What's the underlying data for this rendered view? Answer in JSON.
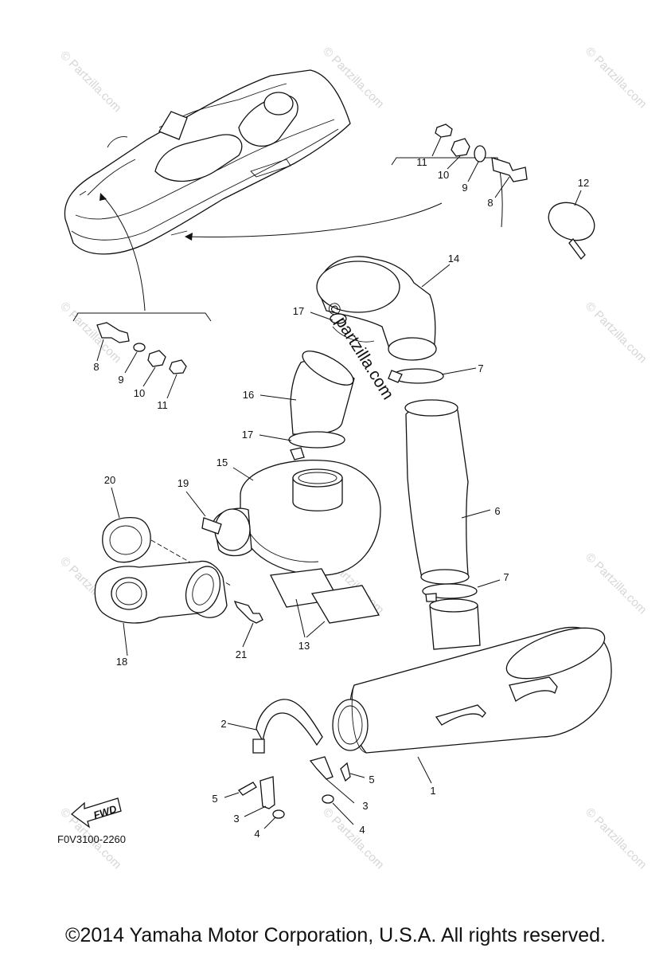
{
  "watermark": {
    "text": "© Partzilla.com",
    "center_text": "© partzilla.com"
  },
  "diagram_code": "F0V3100-2260",
  "fwd_label": "FWD",
  "callouts": {
    "c1": "1",
    "c2": "2",
    "c3a": "3",
    "c3b": "3",
    "c4a": "4",
    "c4b": "4",
    "c5a": "5",
    "c5b": "5",
    "c6": "6",
    "c7a": "7",
    "c7b": "7",
    "c8a": "8",
    "c8b": "8",
    "c9a": "9",
    "c9b": "9",
    "c10a": "10",
    "c10b": "10",
    "c11a": "11",
    "c11b": "11",
    "c12": "12",
    "c13": "13",
    "c14": "14",
    "c15": "15",
    "c16": "16",
    "c17a": "17",
    "c17b": "17",
    "c18": "18",
    "c19": "19",
    "c20": "20",
    "c21": "21"
  },
  "copyright": "©2014 Yamaha Motor Corporation, U.S.A. All rights reserved."
}
